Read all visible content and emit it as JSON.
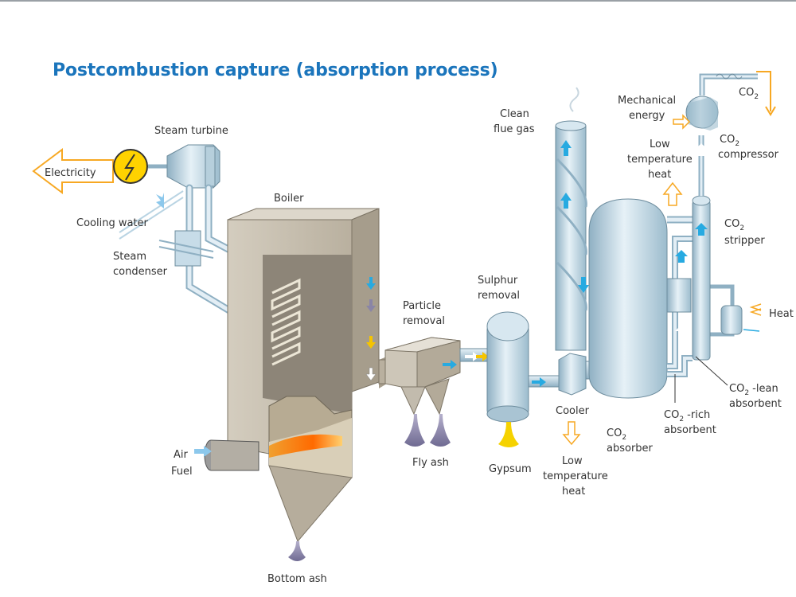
{
  "title": "Postcombustion capture (absorption process)",
  "labels": {
    "steam_turbine": "Steam turbine",
    "electricity": "Electricity",
    "cooling_water": "Cooling water",
    "steam": "Steam",
    "condenser": "condenser",
    "boiler": "Boiler",
    "air": "Air",
    "fuel": "Fuel",
    "bottom_ash": "Bottom ash",
    "particle": "Particle",
    "removal": "removal",
    "fly_ash": "Fly ash",
    "sulphur": "Sulphur",
    "sulphur_removal": "removal",
    "gypsum": "Gypsum",
    "clean": "Clean",
    "flue_gas": "flue gas",
    "cooler": "Cooler",
    "low": "Low",
    "temperature": "temperature",
    "heat": "heat",
    "co2": "CO",
    "two": "2",
    "absorber": "absorber",
    "rich": " -rich",
    "absorbent": "absorbent",
    "lean": " -lean",
    "stripper": "stripper",
    "compressor": "compressor",
    "mechanical": "Mechanical",
    "energy": "energy",
    "heat_in": "Heat"
  },
  "colors": {
    "title": "#1b75bc",
    "steel": "#c3d8e4",
    "boiler": "#c8c1b3",
    "arrow_blue": "#27aae1",
    "arrow_yellow": "#f5c400",
    "arrow_orange": "#f7a823",
    "ash": "#8a85a6"
  }
}
